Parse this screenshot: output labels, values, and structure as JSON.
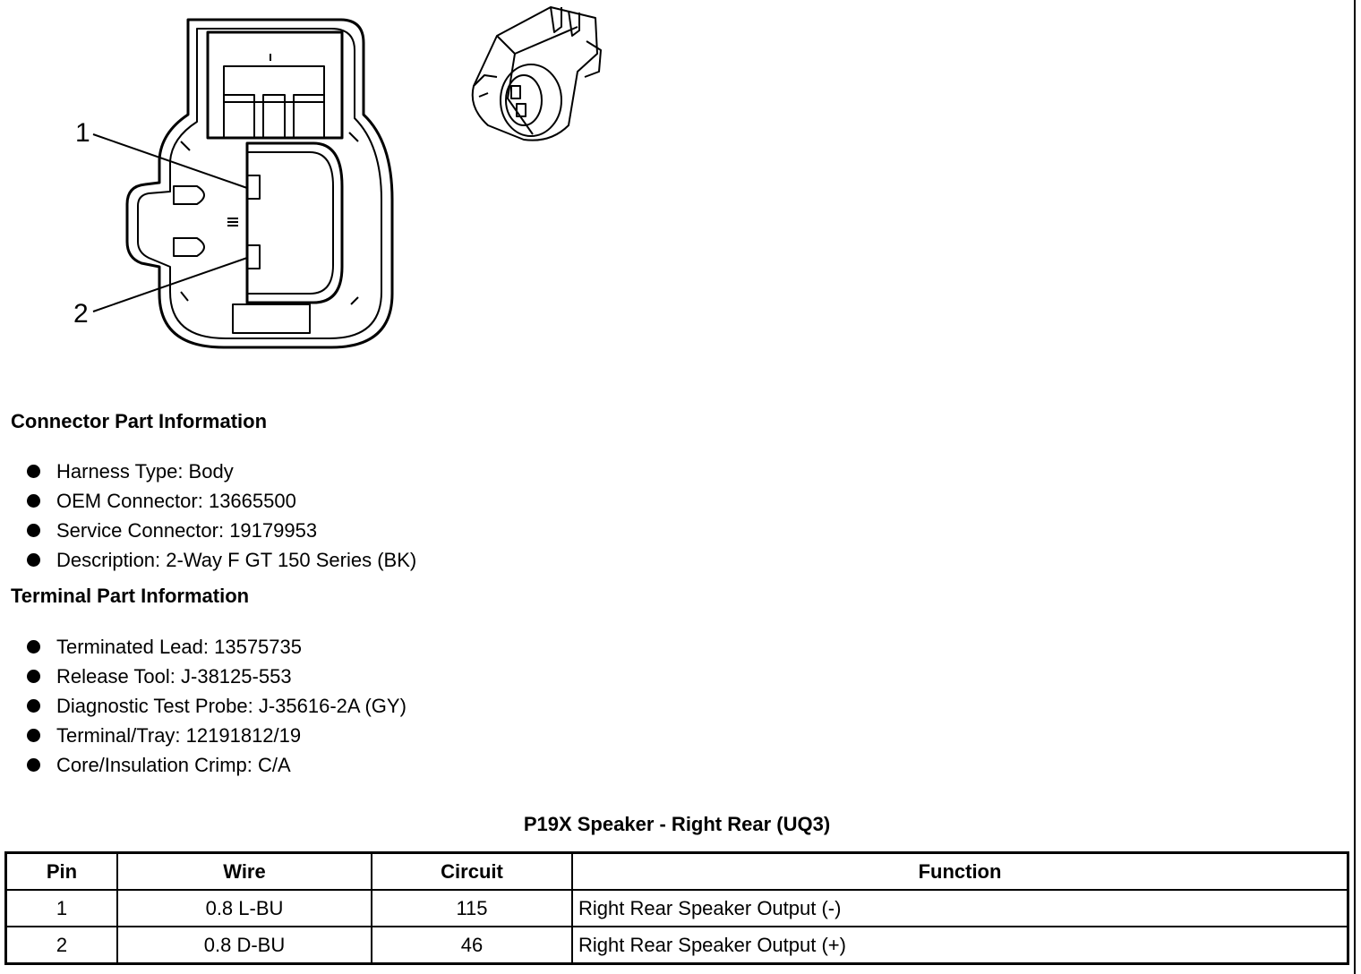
{
  "diagram": {
    "pin_labels": [
      "1",
      "2"
    ]
  },
  "connector_part_information": {
    "title": "Connector Part Information",
    "items": [
      "Harness Type: Body",
      "OEM Connector: 13665500",
      "Service Connector: 19179953",
      "Description: 2-Way F GT 150 Series (BK)"
    ]
  },
  "terminal_part_information": {
    "title": "Terminal Part Information",
    "items": [
      "Terminated Lead: 13575735",
      "Release Tool: J-38125-553",
      "Diagnostic Test Probe: J-35616-2A (GY)",
      "Terminal/Tray: 12191812/19",
      "Core/Insulation Crimp: C/A"
    ]
  },
  "pin_table": {
    "title": "P19X Speaker - Right Rear (UQ3)",
    "headers": [
      "Pin",
      "Wire",
      "Circuit",
      "Function"
    ],
    "rows": [
      [
        "1",
        "0.8 L-BU",
        "115",
        "Right Rear Speaker Output (-)"
      ],
      [
        "2",
        "0.8 D-BU",
        "46",
        "Right Rear Speaker Output (+)"
      ]
    ]
  }
}
